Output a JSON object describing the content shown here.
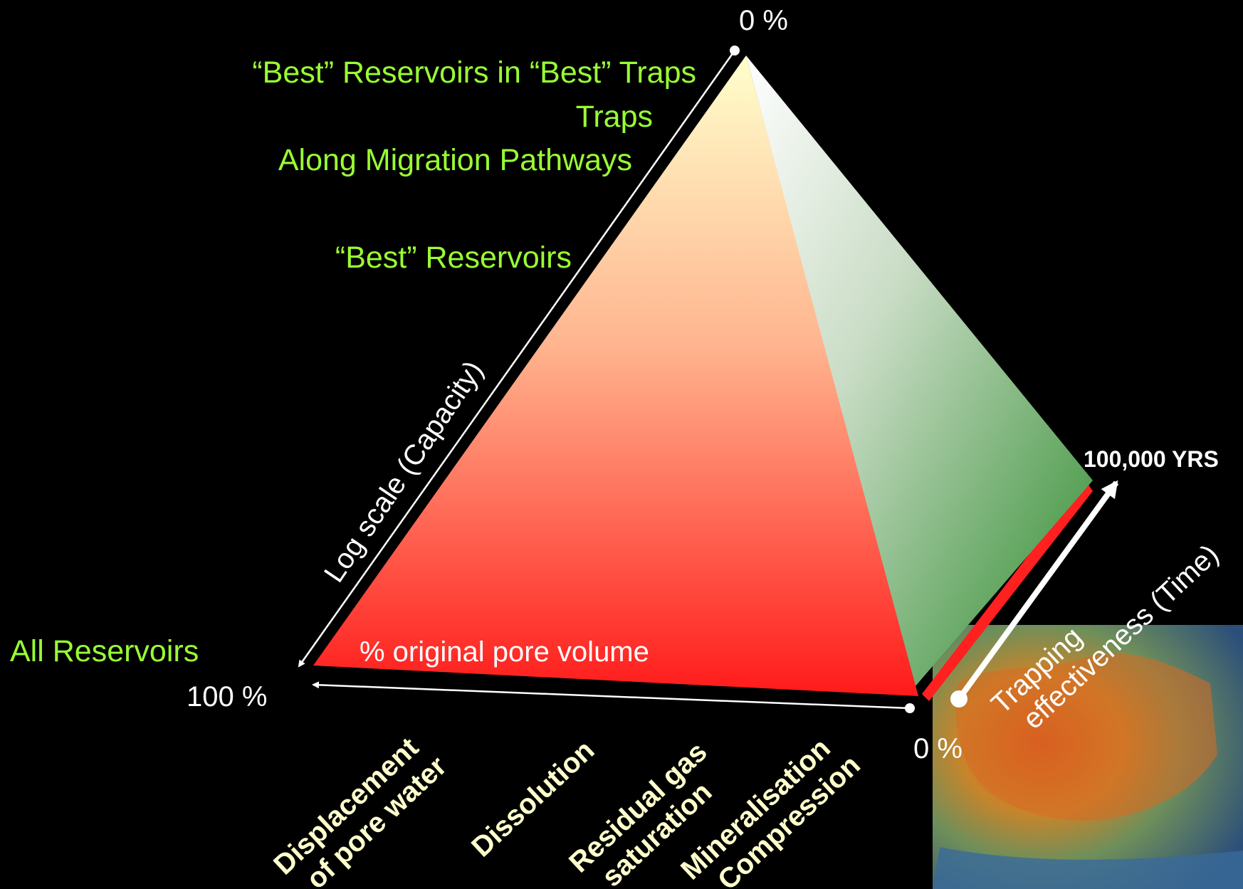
{
  "colors": {
    "background": "#000000",
    "green_label": "#99ff33",
    "yellow_label": "#ffffcc",
    "white": "#ffffff",
    "face_top": "#ffffcc",
    "face_bottom": "#ff1a1a",
    "side_light": "#ffffff",
    "side_dark": "#2e8b2e"
  },
  "capacity_axis": {
    "top_value": "0 %",
    "bottom_value": "100 %",
    "label": "Log scale (Capacity)",
    "levels": [
      "“Best” Reservoirs in “Best” Traps",
      "Traps",
      "Along Migration Pathways",
      "“Best” Reservoirs",
      "All Reservoirs"
    ]
  },
  "pore_axis": {
    "label": "% original pore volume",
    "end_value": "0 %",
    "mechanisms": [
      {
        "line1": "Displacement",
        "line2": "of  pore water"
      },
      {
        "line1": "Dissolution",
        "line2": ""
      },
      {
        "line1": "Residual gas",
        "line2": "saturation"
      },
      {
        "line1": "Mineralisation",
        "line2": "Compression"
      }
    ]
  },
  "time_axis": {
    "label_line1": "Trapping",
    "label_line2": "effectiveness (Time)",
    "end_value": "100,000 YRS"
  },
  "inset": {
    "name": "Australia map"
  }
}
